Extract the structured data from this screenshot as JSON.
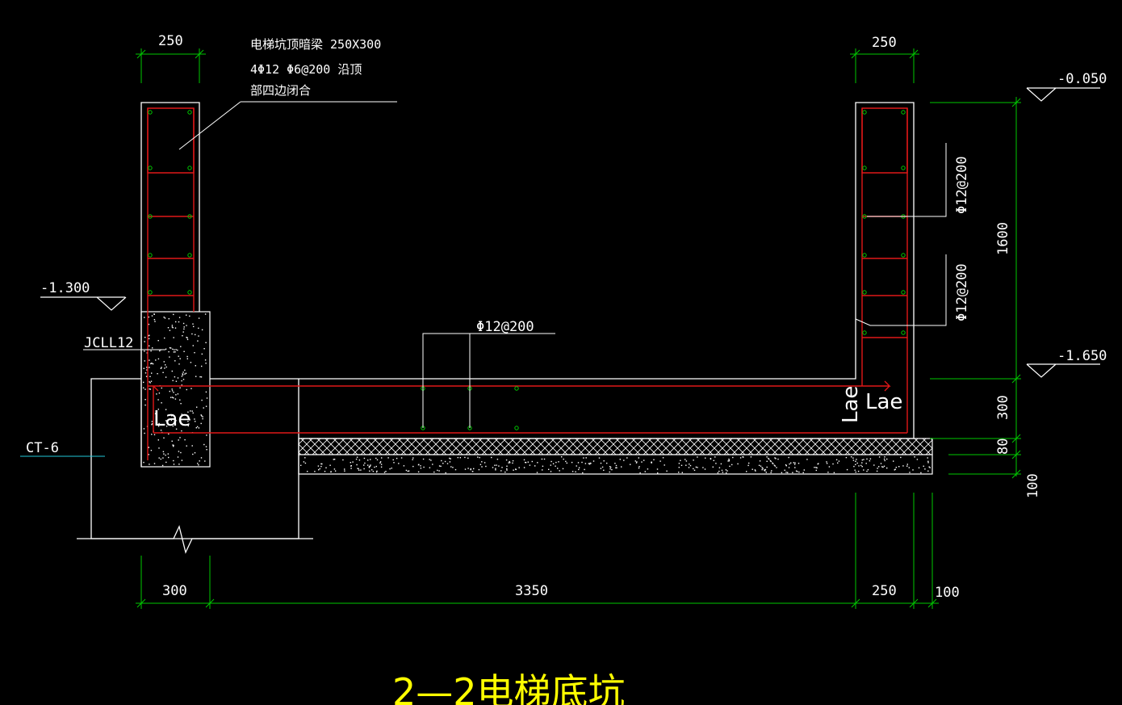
{
  "colors": {
    "background": "#000000",
    "outline": "#ffffff",
    "rebar": "#e01818",
    "dimension": "#00c800",
    "cyan": "#22c8d8",
    "text": "#ffffff",
    "title": "#ffff00"
  },
  "annotations": {
    "beam_line1": "电梯坑顶暗梁   250X300",
    "beam_line2": "4Φ12   Φ6@200  沿顶",
    "beam_line3": "部四边闭合",
    "elev_top": "-0.050",
    "elev_left": "-1.300",
    "elev_bottom": "-1.650",
    "jcll": "JCLL12",
    "ct": "CT-6",
    "rebar_slab": "Φ12@200",
    "rebar_wall_upper": "Φ12@200",
    "rebar_wall_lower": "Φ12@200",
    "lae_left": "Lae",
    "lae_right": "Lae",
    "lae_right_vertical": "Lae"
  },
  "dimensions": {
    "top_left": "250",
    "top_right": "250",
    "right_height": "1600",
    "right_slab": "300",
    "right_cushion": "80",
    "right_base": "100",
    "bottom_left": "300",
    "bottom_middle": "3350",
    "bottom_right_wall": "250",
    "bottom_right_edge": "100"
  },
  "title": {
    "text": "2—2电梯底坑"
  }
}
